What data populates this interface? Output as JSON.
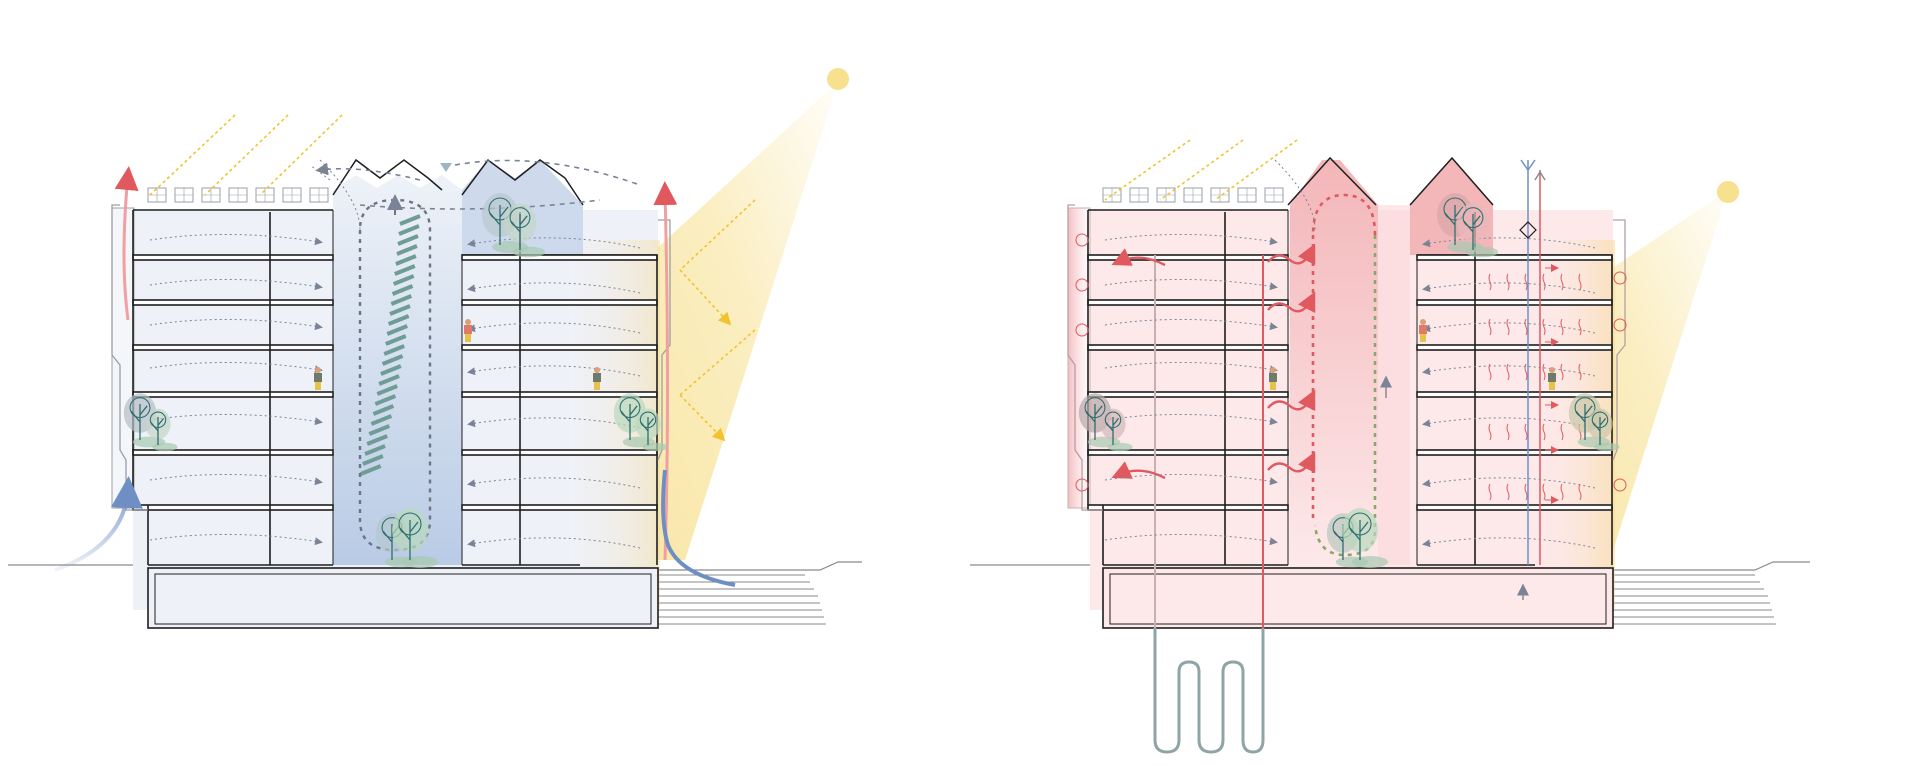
{
  "diagrams": [
    {
      "id": "summer-cooling",
      "mode": "cooling",
      "accent": "#6f8fc4",
      "fill": "#eef2f8",
      "atrium_fill": "#c9d6ea"
    },
    {
      "id": "winter-heating",
      "mode": "heating",
      "accent": "#e0595f",
      "fill": "#fde9ea",
      "atrium_fill": "#f6c6c8"
    }
  ],
  "colors": {
    "outline": "#1e1e1e",
    "sun": "#f7e08e",
    "sunray": "#f2c230",
    "airflow": "#7a8496",
    "tree": "#2f6e6f",
    "tree_fill": "#a8c9b0",
    "ground": "#8a8a8a",
    "geothermal": "#8fa4a6",
    "warm_arrow": "#e0595f",
    "cool_arrow": "#6f8fc4"
  },
  "icons": [
    "sun-icon",
    "solar-panel-icon",
    "tree-icon",
    "person-icon",
    "airflow-arrow-icon",
    "heat-wave-icon",
    "geothermal-loop-icon"
  ]
}
